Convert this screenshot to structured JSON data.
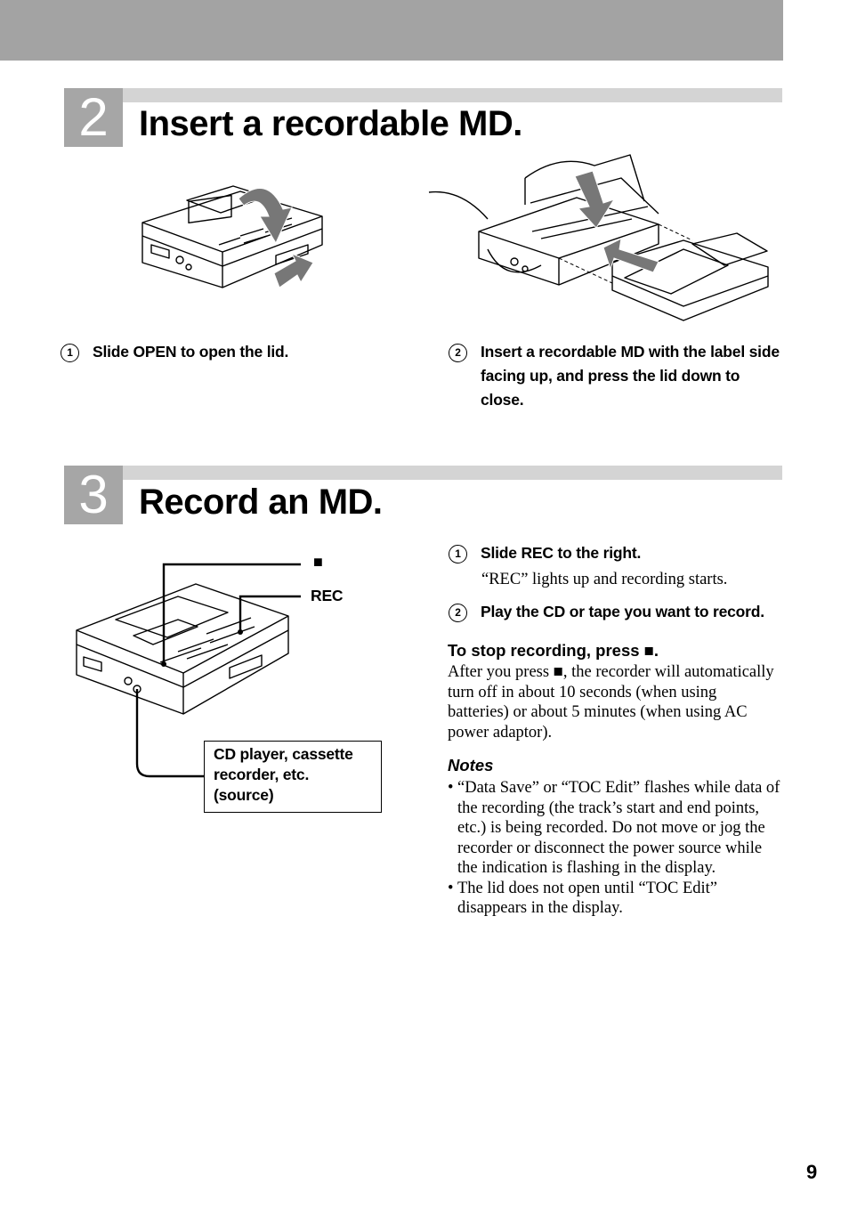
{
  "page_number": "9",
  "step2": {
    "number": "2",
    "title": "Insert a recordable MD.",
    "substeps": [
      {
        "num": "1",
        "text": "Slide OPEN to open the lid."
      },
      {
        "num": "2",
        "text": "Insert a recordable MD with the label side facing up, and press the lid down to close."
      }
    ]
  },
  "step3": {
    "number": "3",
    "title": "Record an MD.",
    "labels": {
      "stop_symbol": "■",
      "rec": "REC",
      "source": "CD player, cassette recorder, etc. (source)"
    },
    "substeps": [
      {
        "num": "1",
        "text": "Slide REC to the right.",
        "detail": "“REC” lights up and recording starts."
      },
      {
        "num": "2",
        "text": "Play the CD or tape you want to record."
      }
    ],
    "stop": {
      "heading": "To stop recording, press ■.",
      "body": "After you press ■, the recorder will automatically turn off in about 10 seconds (when using batteries) or about 5 minutes (when using AC power adaptor)."
    },
    "notes": {
      "heading": "Notes",
      "items": [
        "“Data Save” or “TOC Edit” flashes while data of the recording (the track’s start and end points, etc.) is being recorded. Do not move or jog the recorder or disconnect the power source while the indication is flashing in the display.",
        "The lid does not open until “TOC Edit” disappears in the display."
      ]
    }
  }
}
